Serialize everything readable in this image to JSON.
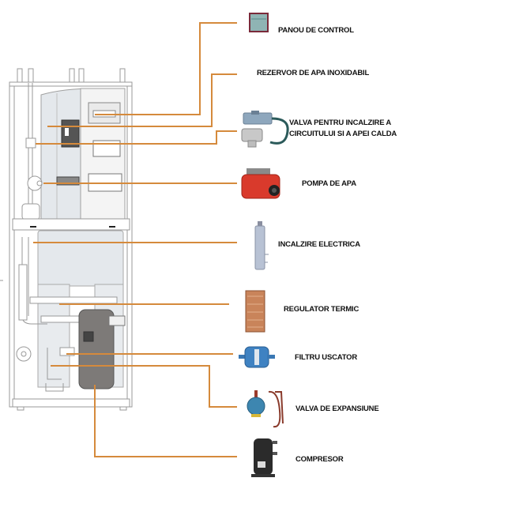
{
  "diagram": {
    "subject": "heat pump unit components",
    "leader_color": "#d58a3c",
    "components": [
      {
        "id": "control-panel",
        "label": "PANOU DE CONTROL",
        "icon": "control-panel-icon"
      },
      {
        "id": "stainless-tank",
        "label": "REZERVOR DE APA INOXIDABIL",
        "icon": ""
      },
      {
        "id": "diverter-valve",
        "label_line1": "VALVA PENTRU INCALZIRE A",
        "label_line2": "CIRCUITULUI SI A APEI CALDA",
        "icon": "motorized-valve-icon"
      },
      {
        "id": "water-pump",
        "label": "POMPA DE APA",
        "icon": "water-pump-icon"
      },
      {
        "id": "electric-heater",
        "label": "INCALZIRE ELECTRICA",
        "icon": "electric-heater-icon"
      },
      {
        "id": "heat-exchanger",
        "label": "REGULATOR TERMIC",
        "icon": "plate-heat-exchanger-icon"
      },
      {
        "id": "filter-drier",
        "label": "FILTRU USCATOR",
        "icon": "filter-drier-icon"
      },
      {
        "id": "expansion-valve",
        "label": "VALVA DE EXPANSIUNE",
        "icon": "expansion-valve-icon"
      },
      {
        "id": "compressor",
        "label": "COMPRESOR",
        "icon": "compressor-icon"
      }
    ]
  }
}
